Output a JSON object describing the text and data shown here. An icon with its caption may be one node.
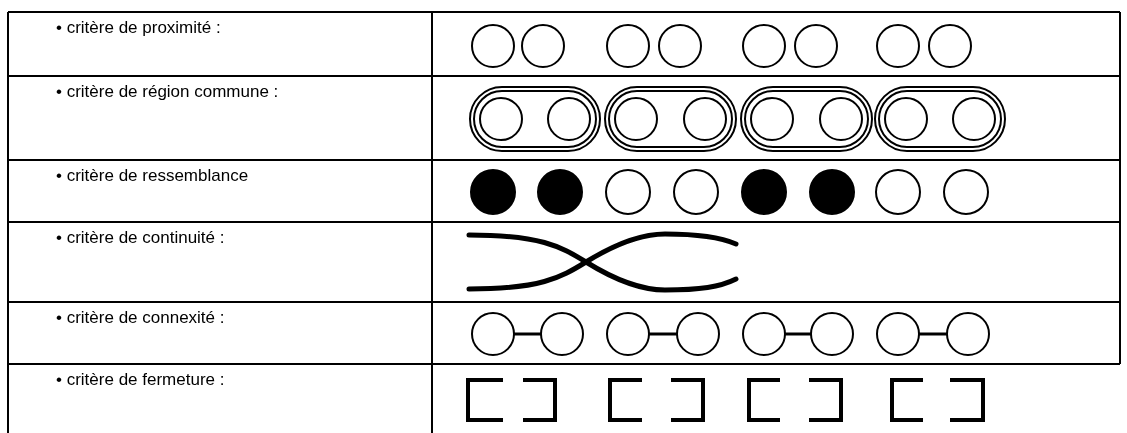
{
  "diagram": {
    "labels": [
      "• critère de proximité :",
      "• critère de région commune :",
      "• critère de ressemblance",
      "• critère de continuité :",
      "• critère de connexité :",
      "• critère de fermeture :"
    ]
  }
}
